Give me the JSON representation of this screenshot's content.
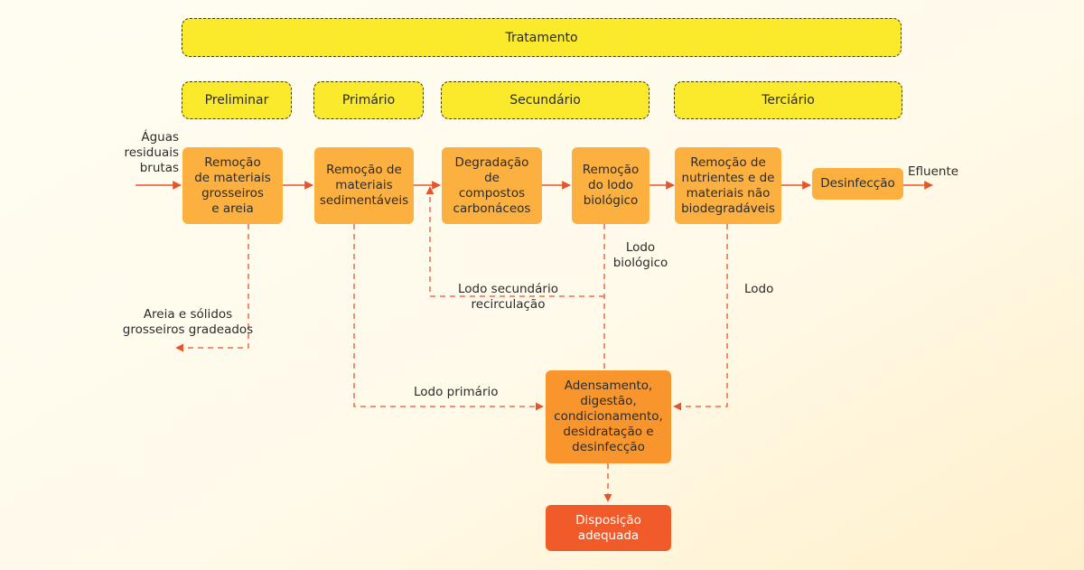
{
  "phases": {
    "treatment": "Tratamento",
    "preliminary": "Preliminar",
    "primary": "Primário",
    "secondary": "Secundário",
    "tertiary": "Terciário"
  },
  "boxes": {
    "coarse_removal": "Remoção\nde materiais\ngrosseiros\ne areia",
    "sediment_removal": "Remoção de\nmateriais\nsedimentáveis",
    "carbon_degradation": "Degradação de\ncompostos\ncarbonáceos",
    "bio_sludge_removal": "Remoção\ndo lodo\nbiológico",
    "nutrient_removal": "Remoção de\nnutrientes e de\nmateriais não\nbiodegradáveis",
    "disinfection": "Desinfecção",
    "sludge_treatment": "Adensamento,\ndigestão,\ncondicionamento,\ndesidratação e\ndesinfecção",
    "disposal": "Disposição\nadequada"
  },
  "labels": {
    "raw_water": "Águas\nresiduais\nbrutas",
    "effluent": "Efluente",
    "grit_solids": "Areia e sólidos\ngrosseiros gradeados",
    "primary_sludge": "Lodo primário",
    "secondary_recirculation": "Lodo secundário\nrecirculação",
    "biological_sludge": "Lodo\nbiológico",
    "sludge": "Lodo"
  },
  "colors": {
    "phase_fill": "#fbe92b",
    "process_fill": "#fbb040",
    "sludge_fill": "#f8962d",
    "disposal_fill": "#f15a29",
    "arrow": "#e8542a"
  }
}
